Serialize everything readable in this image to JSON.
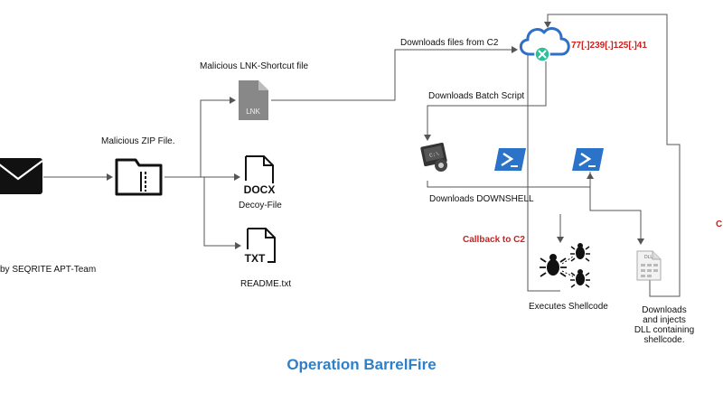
{
  "title": "Operation BarrelFire",
  "labels": {
    "credit": "by SEQRITE APT-Team",
    "zip": "Malicious ZIP File.",
    "lnk": "Malicious LNK-Shortcut file",
    "lnk_icon_text": "LNK",
    "docx_icon_text": "DOCX",
    "decoy": "Decoy-File",
    "txt_icon_text": "TXT",
    "readme": "README.txt",
    "downloads_c2": "Downloads files from C2",
    "ip": "77[.]239[.]125[.]41",
    "batch": "Downloads Batch Script",
    "downshell": "Downloads DOWNSHELL",
    "callback": "Callback to C2",
    "shellcode": "Executes Shellcode",
    "dll_icon_text": "DLL",
    "inject_lines": [
      "Downloads",
      "and injects",
      "DLL containing",
      "shellcode."
    ],
    "edge_red": "C"
  },
  "colors": {
    "line": "#555555",
    "icon_dark": "#111111",
    "cloud": "#2f6fc8",
    "badge": "#2dbf9a",
    "ps_blue": "#2a73c9",
    "red": "#d0201e",
    "title": "#2f7fc8"
  }
}
